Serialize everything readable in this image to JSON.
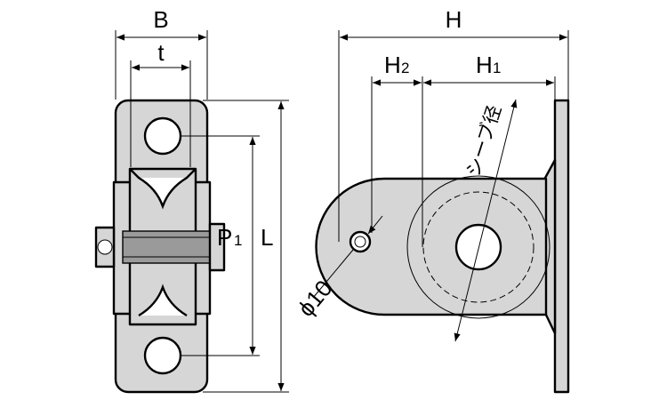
{
  "labels": {
    "width_B": "B",
    "thickness_t": "t",
    "pitch_P": "P",
    "pitch_P_sub": "1",
    "length_L": "L",
    "height_H": "H",
    "height_H1": "H",
    "height_H1_sub": "1",
    "height_H2": "H",
    "height_H2_sub": "2",
    "hole_diameter": "ϕ10",
    "sheave_diameter": "シーブ径"
  },
  "colors": {
    "line": "#000000",
    "part_fill": "#d6d6d6",
    "background": "#ffffff"
  }
}
